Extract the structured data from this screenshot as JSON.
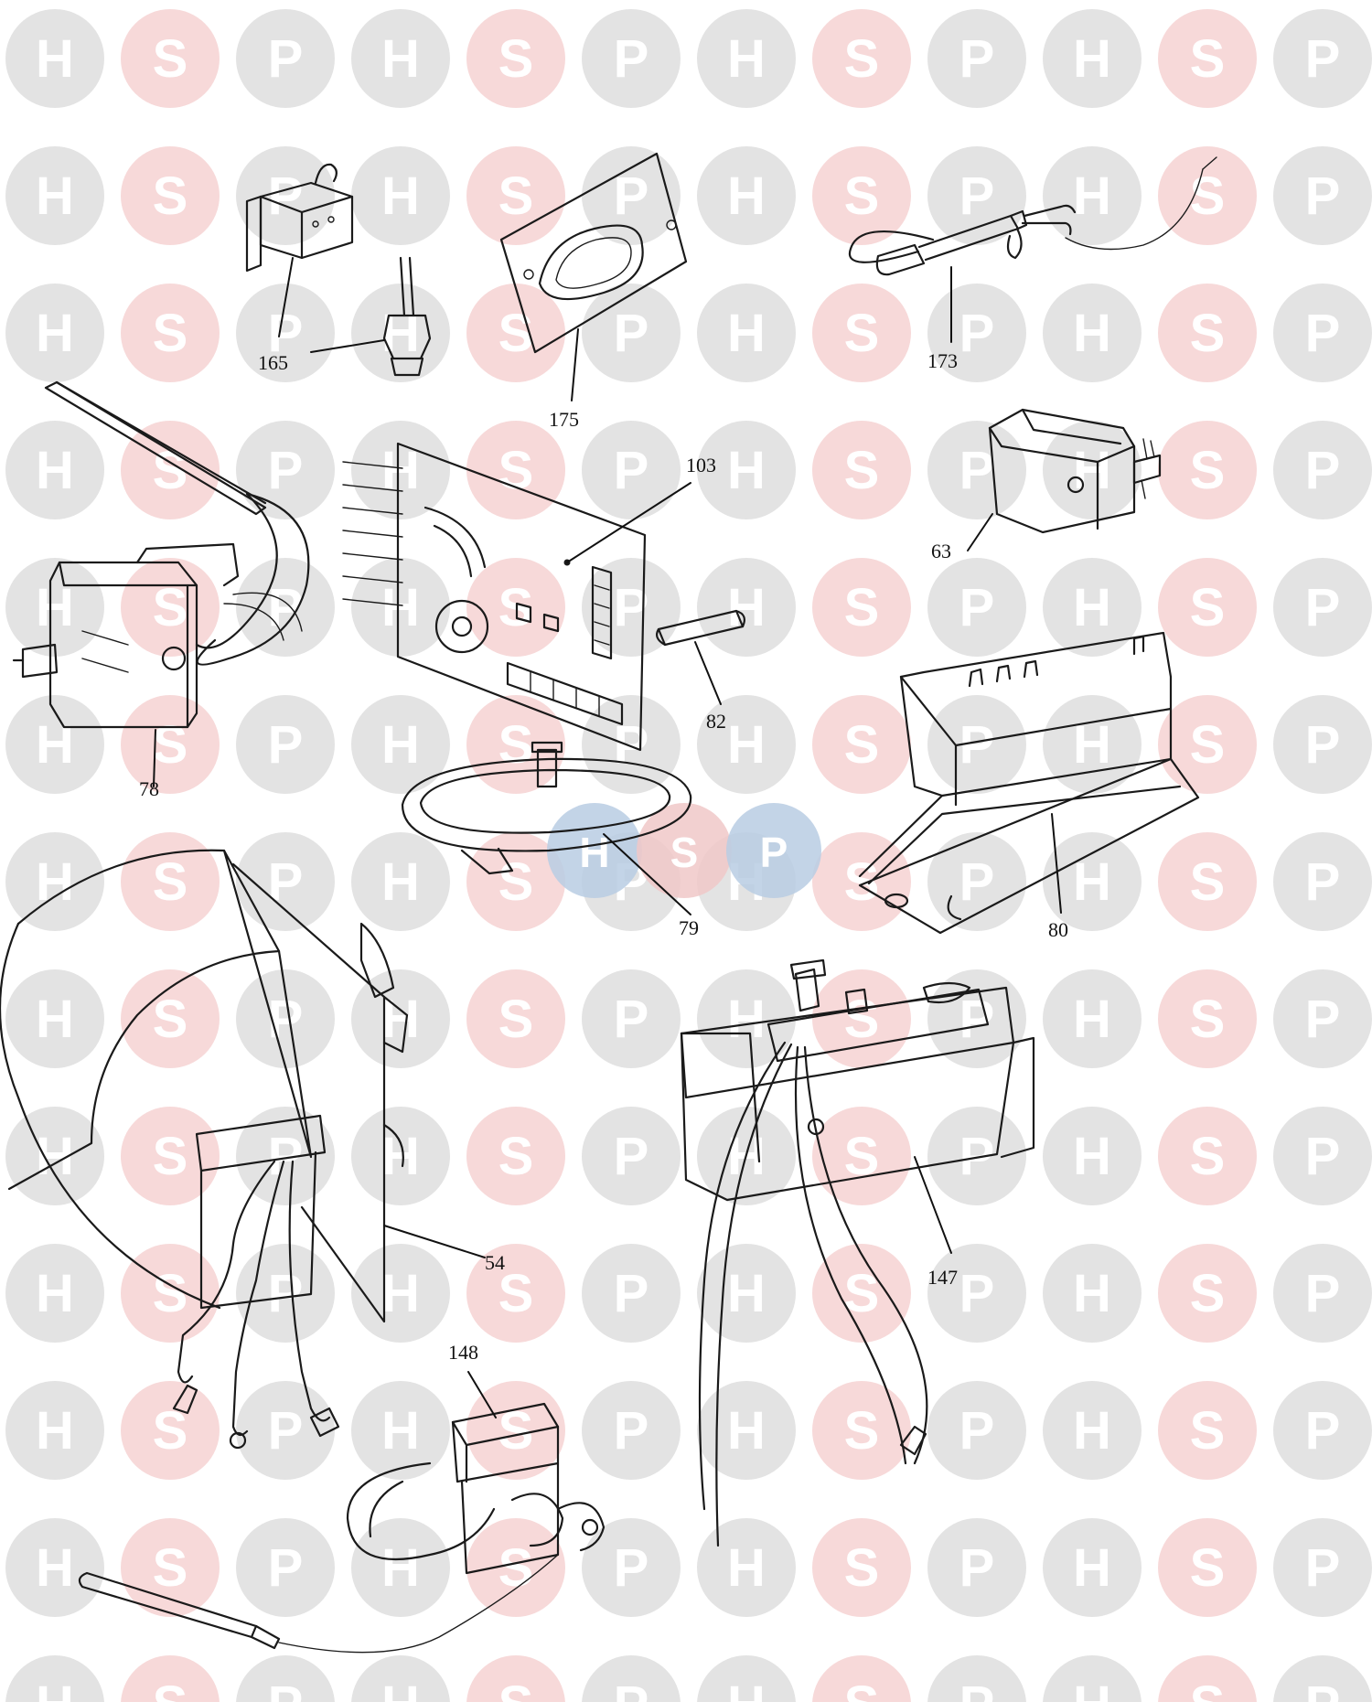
{
  "watermark": {
    "letters": [
      "H",
      "S",
      "P"
    ],
    "colors": {
      "H": "#e3e3e3",
      "S": "#f7d9d9",
      "P": "#e3e3e3",
      "letter": "#ffffff"
    },
    "logo_colors": {
      "H": "#b9cde3",
      "S": "#f0c8c8",
      "P": "#b9cde3"
    }
  },
  "parts": [
    {
      "id": "165",
      "label": "165"
    },
    {
      "id": "175",
      "label": "175"
    },
    {
      "id": "173",
      "label": "173"
    },
    {
      "id": "103",
      "label": "103"
    },
    {
      "id": "63",
      "label": "63"
    },
    {
      "id": "78",
      "label": "78"
    },
    {
      "id": "82",
      "label": "82"
    },
    {
      "id": "79",
      "label": "79"
    },
    {
      "id": "80",
      "label": "80"
    },
    {
      "id": "54",
      "label": "54"
    },
    {
      "id": "147",
      "label": "147"
    },
    {
      "id": "148",
      "label": "148"
    }
  ]
}
